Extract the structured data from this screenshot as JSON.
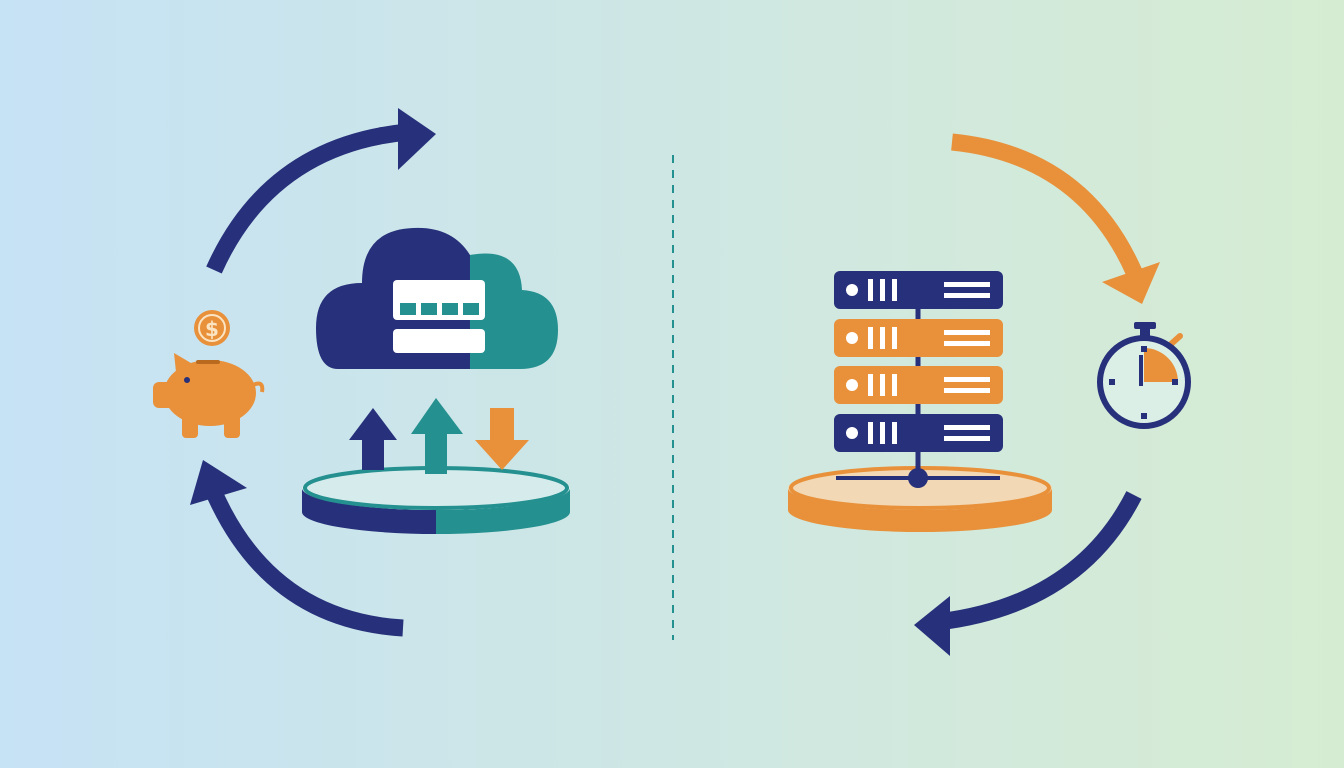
{
  "palette": {
    "navy": "#27307a",
    "teal": "#24908f",
    "orange": "#e8913a",
    "background_left": "#c6e2f5",
    "background_right": "#d6ecd2",
    "white": "#ffffff"
  },
  "left_panel": {
    "icons": [
      "piggy-bank-icon",
      "coin-icon",
      "cloud-icon",
      "storage-platform-icon",
      "upload-arrow-icon",
      "download-arrow-icon"
    ],
    "coin_symbol": "$",
    "cycle_arrow_colors": [
      "navy",
      "navy"
    ]
  },
  "right_panel": {
    "icons": [
      "server-rack-icon",
      "stopwatch-icon",
      "storage-platform-icon"
    ],
    "server_units": 4,
    "cycle_arrow_colors": [
      "orange",
      "navy"
    ]
  },
  "divider": {
    "style": "dashed",
    "color": "teal"
  }
}
